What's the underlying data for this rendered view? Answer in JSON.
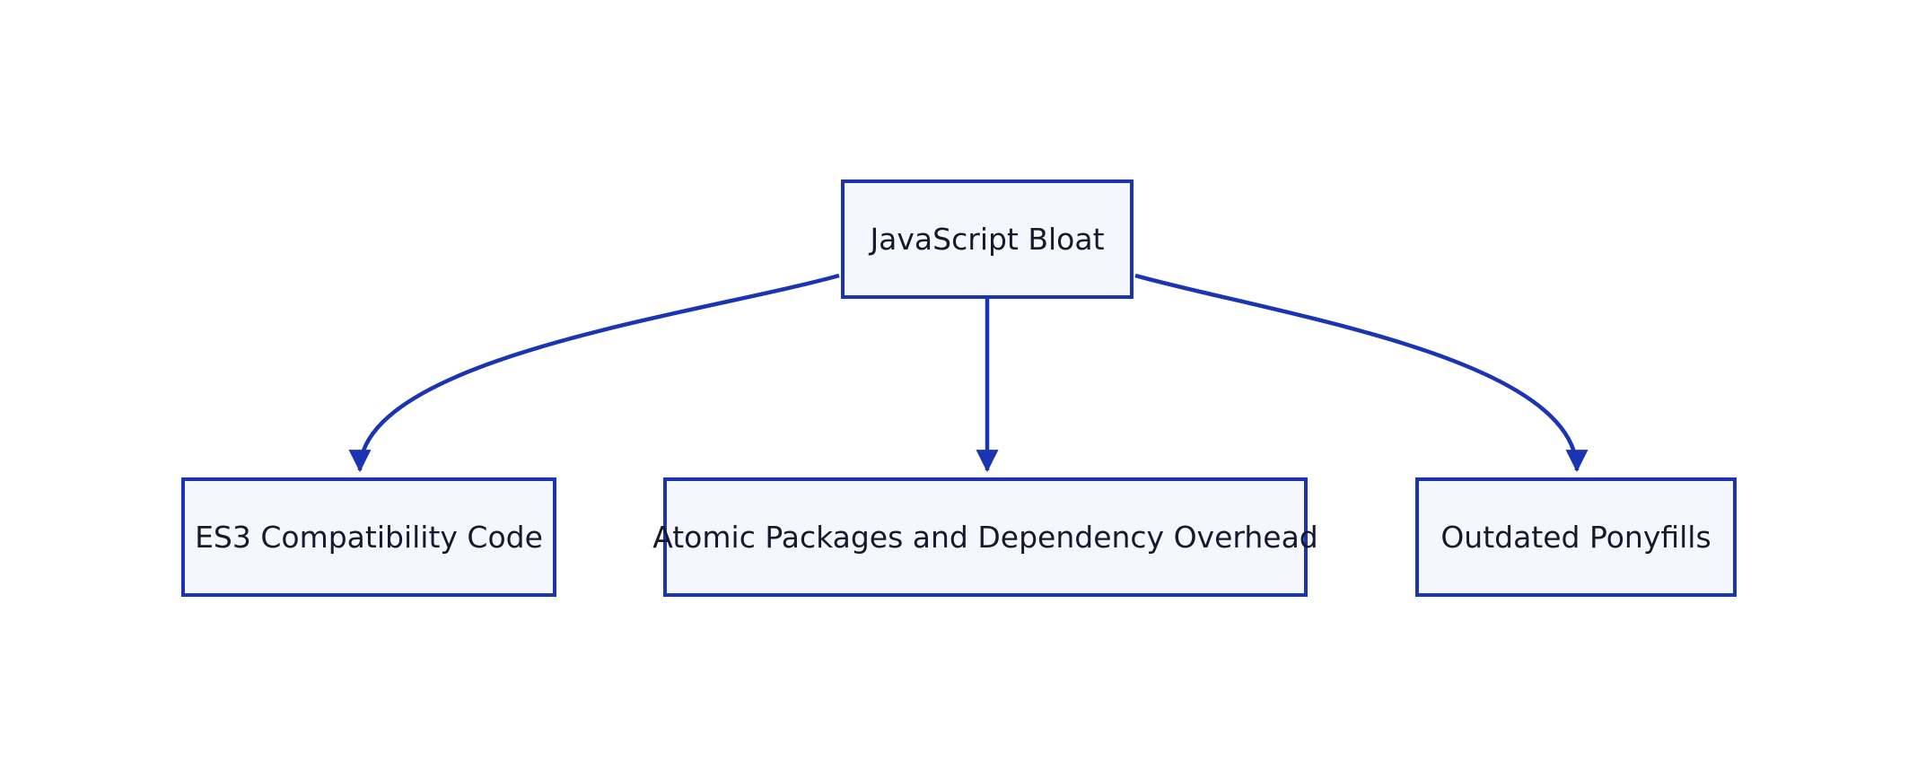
{
  "diagram": {
    "type": "flowchart",
    "direction": "top-down",
    "nodes": {
      "root": {
        "id": "root",
        "label": "JavaScript Bloat"
      },
      "es3": {
        "id": "es3",
        "label": "ES3 Compatibility Code"
      },
      "atomic": {
        "id": "atomic",
        "label": "Atomic Packages and Dependency Overhead"
      },
      "ponyfills": {
        "id": "ponyfills",
        "label": "Outdated Ponyfills"
      }
    },
    "edges": [
      {
        "from": "JavaScript Bloat",
        "to": "ES3 Compatibility Code",
        "style": "curved-left",
        "arrow": "triangle-down"
      },
      {
        "from": "JavaScript Bloat",
        "to": "Atomic Packages and Dependency Overhead",
        "style": "straight",
        "arrow": "triangle-down"
      },
      {
        "from": "JavaScript Bloat",
        "to": "Outdated Ponyfills",
        "style": "curved-right",
        "arrow": "triangle-down"
      }
    ],
    "colors": {
      "node_fill": "#f5f7fc",
      "node_border": "#1a34b3",
      "edge": "#1a34b3",
      "text": "#171a2d",
      "background": "#ffffff"
    }
  }
}
